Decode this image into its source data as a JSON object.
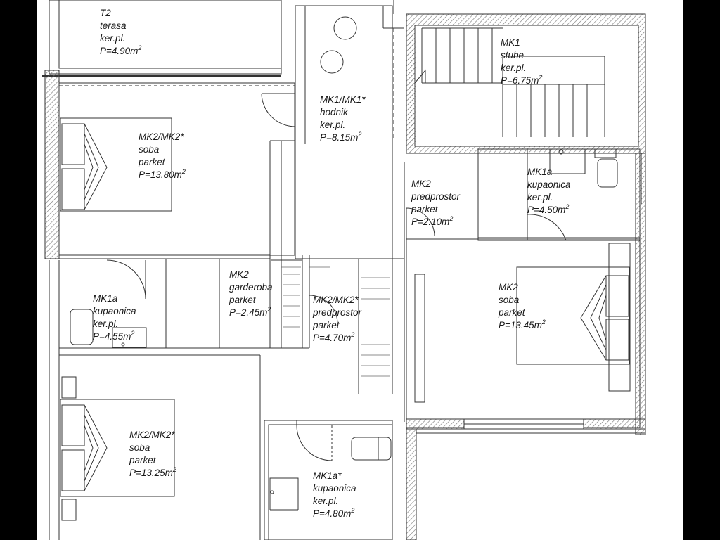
{
  "rooms": [
    {
      "id": "t2",
      "lines": [
        "T2",
        "terasa",
        "ker.pl.",
        "P=4.90m"
      ]
    },
    {
      "id": "hodnik",
      "lines": [
        "MK1/MK1*",
        "hodnik",
        "ker.pl.",
        "P=8.15m"
      ]
    },
    {
      "id": "stube",
      "lines": [
        "MK1",
        "stube",
        "ker.pl.",
        "P=6.75m"
      ]
    },
    {
      "id": "soba1",
      "lines": [
        "MK2/MK2*",
        "soba",
        "parket",
        "P=13.80m"
      ]
    },
    {
      "id": "kup1",
      "lines": [
        "MK1a",
        "kupaonica",
        "ker.pl.",
        "P=4.50m"
      ]
    },
    {
      "id": "pred1",
      "lines": [
        "MK2",
        "predprostor",
        "parket",
        "P=2.10m"
      ]
    },
    {
      "id": "gard",
      "lines": [
        "MK2",
        "garderoba",
        "parket",
        "P=2.45m"
      ]
    },
    {
      "id": "pred2",
      "lines": [
        "MK2/MK2*",
        "predprostor",
        "parket",
        "P=4.70m"
      ]
    },
    {
      "id": "kup2",
      "lines": [
        "MK1a",
        "kupaonica",
        "ker.pl.",
        "P=4.55m"
      ]
    },
    {
      "id": "soba2",
      "lines": [
        "MK2",
        "soba",
        "parket",
        "P=13.45m"
      ]
    },
    {
      "id": "soba3",
      "lines": [
        "MK2/MK2*",
        "soba",
        "parket",
        "P=13.25m"
      ]
    },
    {
      "id": "kup3",
      "lines": [
        "MK1a*",
        "kupaonica",
        "ker.pl.",
        "P=4.80m"
      ]
    }
  ],
  "unit_superscript": "2",
  "colors": {
    "wall": "#1a1a1a",
    "hatch": "#888888",
    "line": "#444444"
  }
}
